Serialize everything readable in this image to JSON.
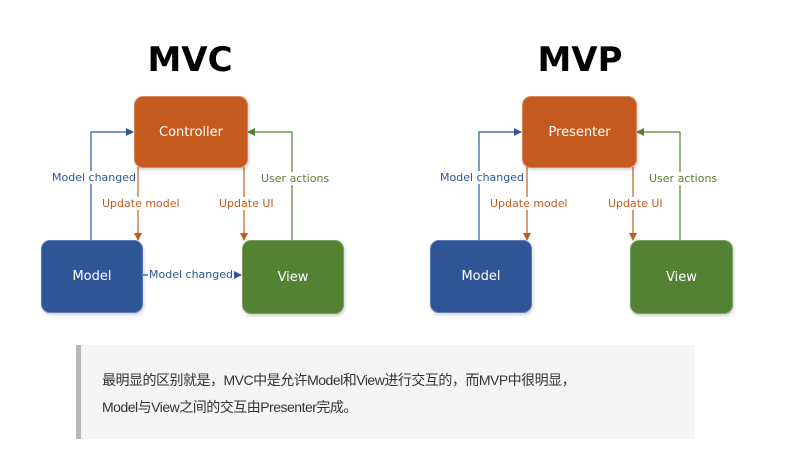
{
  "mvc": {
    "title": "MVC",
    "controller": "Controller",
    "model": "Model",
    "view": "View",
    "labels": {
      "model_changed_up": "Model changed",
      "update_model": "Update model",
      "update_ui": "Update UI",
      "user_actions": "User actions",
      "model_changed_across": "Model changed"
    }
  },
  "mvp": {
    "title": "MVP",
    "presenter": "Presenter",
    "model": "Model",
    "view": "View",
    "labels": {
      "model_changed_up": "Model changed",
      "update_model": "Update model",
      "update_ui": "Update UI",
      "user_actions": "User actions"
    }
  },
  "colors": {
    "controller": "#c55a1e",
    "model": "#2f5597",
    "view": "#548235"
  },
  "quote": {
    "line1": "最明显的区别就是，MVC中是允许Model和View进行交互的，而MVP中很明显，",
    "line2": "Model与View之间的交互由Presenter完成。"
  }
}
